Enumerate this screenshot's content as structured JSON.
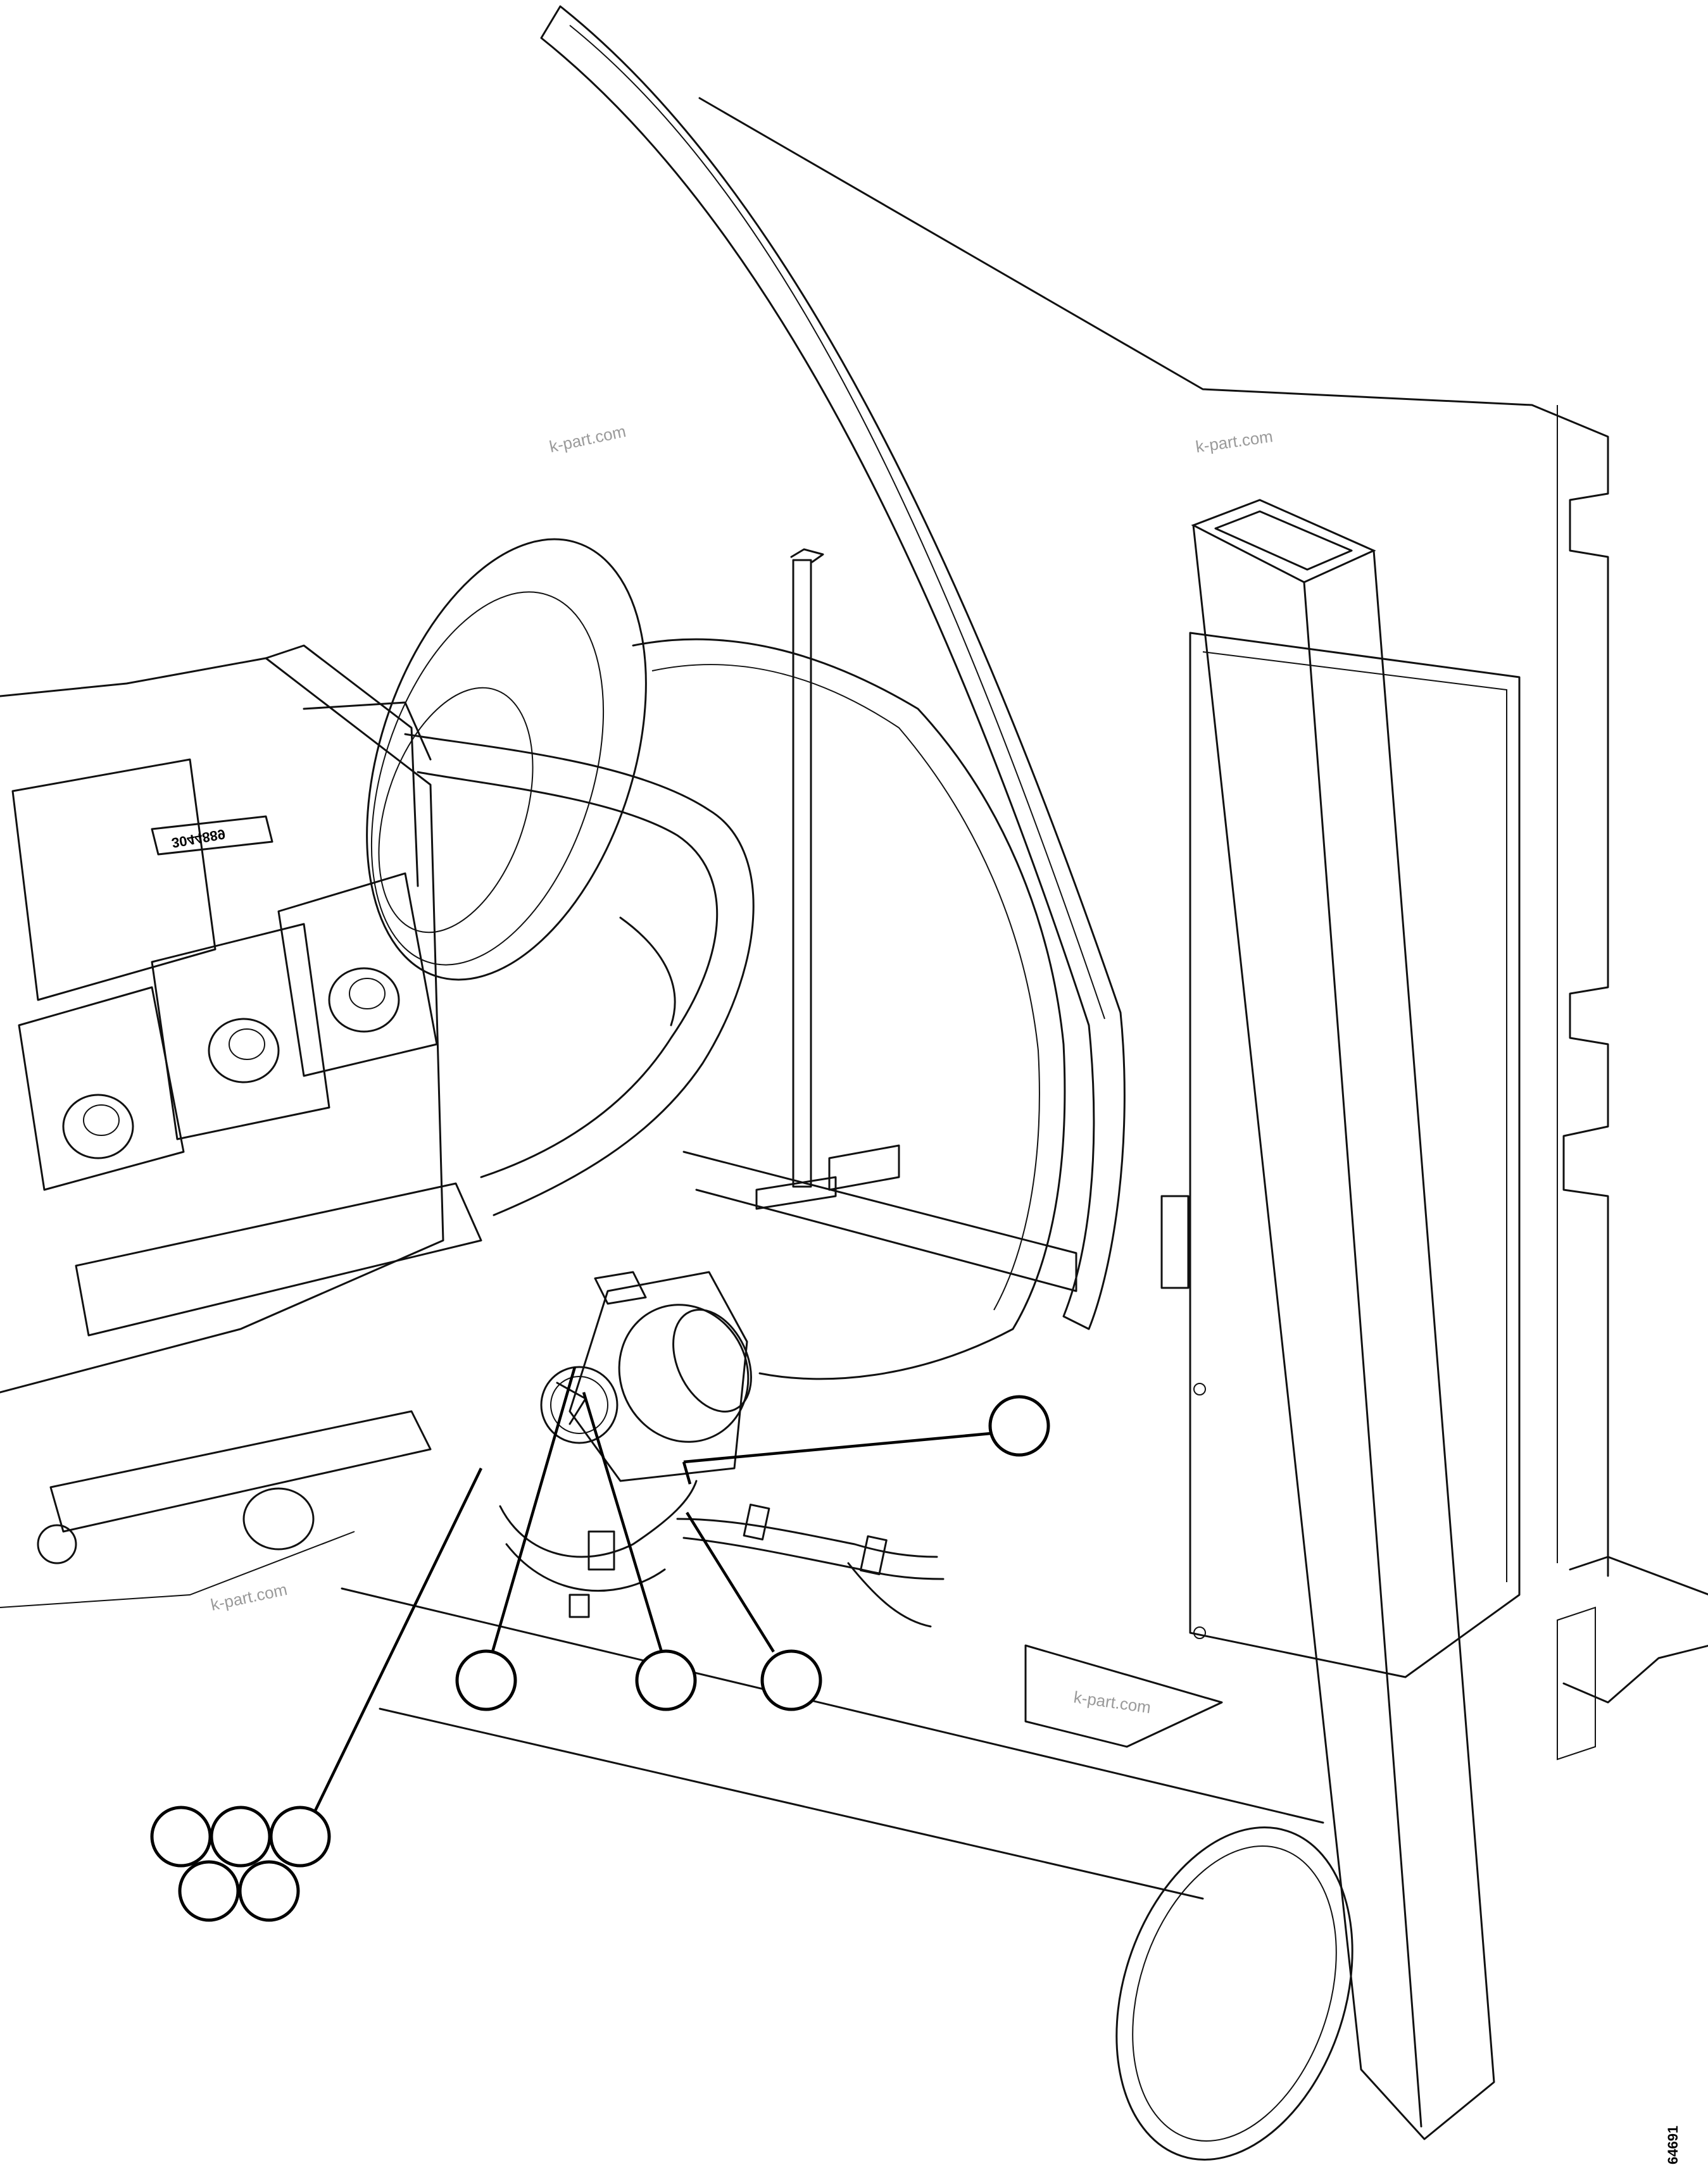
{
  "watermark": "k-part.com",
  "drawing_code": "64691",
  "engine_label": "3044889"
}
